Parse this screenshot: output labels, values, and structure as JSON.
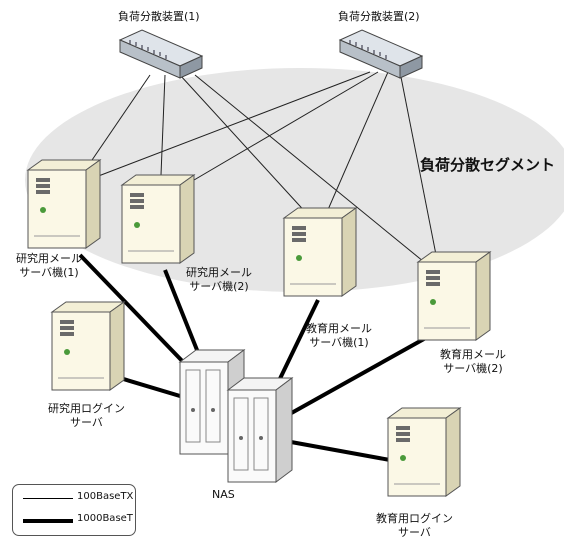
{
  "load_balancers": [
    {
      "label": "負荷分散装置(1)"
    },
    {
      "label": "負荷分散装置(2)"
    }
  ],
  "segment_label": "負荷分散セグメント",
  "servers": {
    "research_mail_1": {
      "line1": "研究用メール",
      "line2": "サーバ機(1)"
    },
    "research_mail_2": {
      "line1": "研究用メール",
      "line2": "サーバ機(2)"
    },
    "edu_mail_1": {
      "line1": "教育用メール",
      "line2": "サーバ機(1)"
    },
    "edu_mail_2": {
      "line1": "教育用メール",
      "line2": "サーバ機(2)"
    },
    "research_login": {
      "line1": "研究用ログイン",
      "line2": "サーバ"
    },
    "edu_login": {
      "line1": "教育用ログイン",
      "line2": "サーバ"
    },
    "nas": {
      "label": "NAS"
    }
  },
  "legend": {
    "thin": "100BaseTX",
    "thick": "1000BaseT"
  },
  "colors": {
    "segment_fill": "#e6e6e6",
    "server_body": "#fbf8e6",
    "server_side": "#d9d4b4",
    "switch_top": "#dfe4ea",
    "switch_side": "#9aa3ad"
  }
}
